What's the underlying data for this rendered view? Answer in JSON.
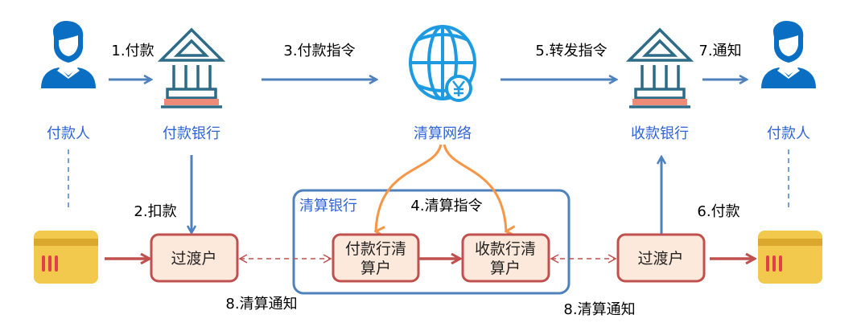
{
  "colors": {
    "flow_blue": "#4f81bd",
    "flow_red": "#c0504d",
    "orange": "#f79646",
    "person": "#0a6fc2",
    "globe": "#1e9be0",
    "bank": "#2e6b87",
    "bank_base": "#ee8a78",
    "box_fill": "#fde9db",
    "label_blue": "#2f63d8",
    "card": "#f2c94c"
  },
  "nodes": {
    "payer": "付款人",
    "payer_bank": "付款银行",
    "network": "清算网络",
    "payee_bank": "收款银行",
    "payee": "付款人"
  },
  "steps": {
    "s1": "1.付款",
    "s2": "2.扣款",
    "s3": "3.付款指令",
    "s4": "4.清算指令",
    "s5": "5.转发指令",
    "s6": "6.付款",
    "s7": "7.通知",
    "s8a": "8.清算通知",
    "s8b": "8.清算通知"
  },
  "clearing_bank": {
    "title": "清算银行",
    "payer_account": [
      "付款行清",
      "算户"
    ],
    "payee_account": [
      "收款行清",
      "算户"
    ]
  },
  "transit_left": "过渡户",
  "transit_right": "过渡户",
  "icons": {
    "person": "person-icon",
    "bank": "bank-icon",
    "globe": "globe-yen-icon",
    "card": "bank-card-icon"
  }
}
